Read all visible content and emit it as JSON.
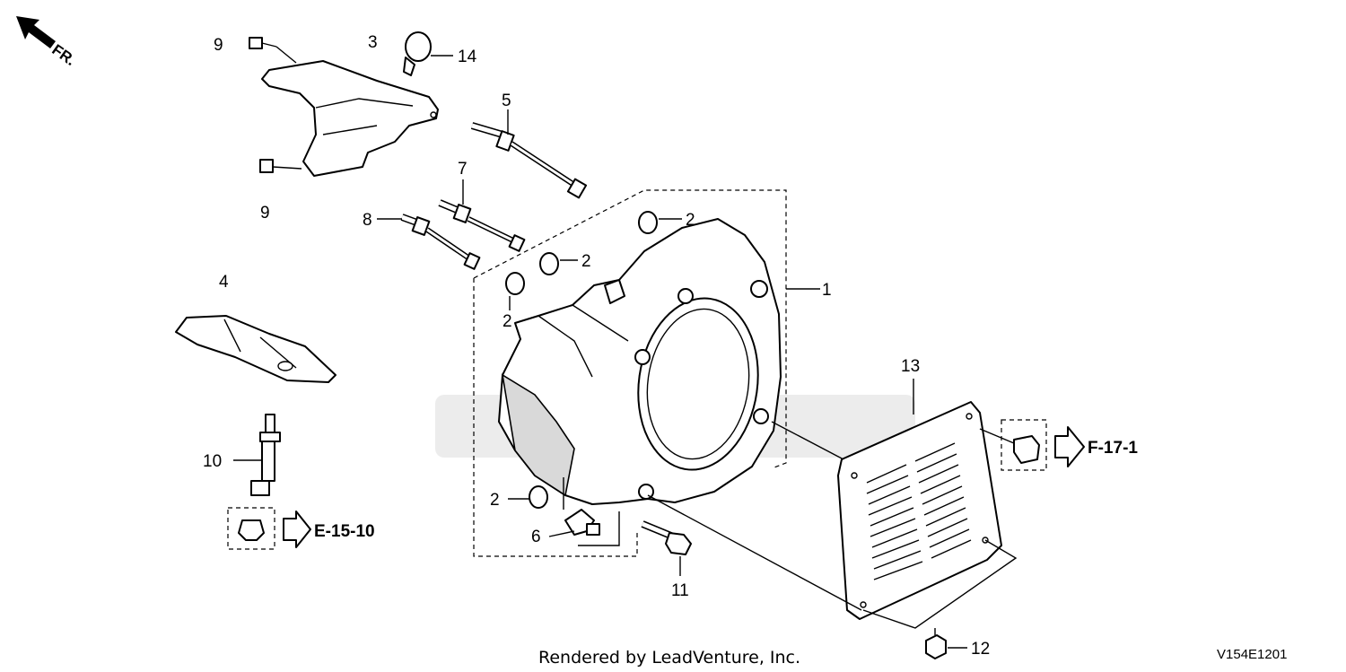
{
  "orientation": {
    "label": "FR."
  },
  "callouts": [
    {
      "num": "1"
    },
    {
      "num": "2"
    },
    {
      "num": "2"
    },
    {
      "num": "2"
    },
    {
      "num": "2"
    },
    {
      "num": "2"
    },
    {
      "num": "3"
    },
    {
      "num": "4"
    },
    {
      "num": "5"
    },
    {
      "num": "6"
    },
    {
      "num": "7"
    },
    {
      "num": "8"
    },
    {
      "num": "9"
    },
    {
      "num": "9"
    },
    {
      "num": "10"
    },
    {
      "num": "11"
    },
    {
      "num": "12"
    },
    {
      "num": "13"
    },
    {
      "num": "14"
    }
  ],
  "references": {
    "left": "E-15-10",
    "right": "F-17-1"
  },
  "footer": {
    "credit": "Rendered by LeadVenture, Inc.",
    "diagram_code": "V154E1201"
  }
}
